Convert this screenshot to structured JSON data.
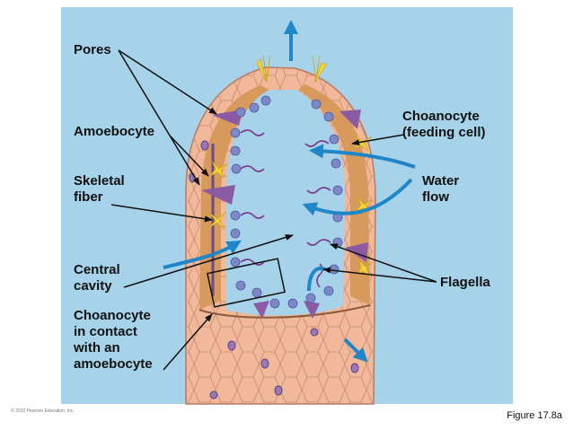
{
  "diagram": {
    "labels": {
      "pores": "Pores",
      "amoebocyte": "Amoebocyte",
      "skeletal_fiber": "Skeletal\nfiber",
      "central_cavity": "Central\ncavity",
      "choanocyte_contact": "Choanocyte\nin contact\nwith an\namoebocyte",
      "choanocyte": "Choanocyte\n(feeding cell)",
      "water_flow": "Water\nflow",
      "flagella": "Flagella"
    },
    "colors": {
      "panel": "#a6d2ea",
      "body_outer": "#f1b99a",
      "mesohyl": "#d89a5c",
      "choanocyte": "#7e88c8",
      "pore_cell": "#8a5aa4",
      "spicule": "#f2d335",
      "water_arrow": "#1f86c8",
      "leader": "#111111"
    },
    "copyright": "© 2010 Pearson Education, Inc.",
    "figure_label": "Figure 17.8a"
  }
}
